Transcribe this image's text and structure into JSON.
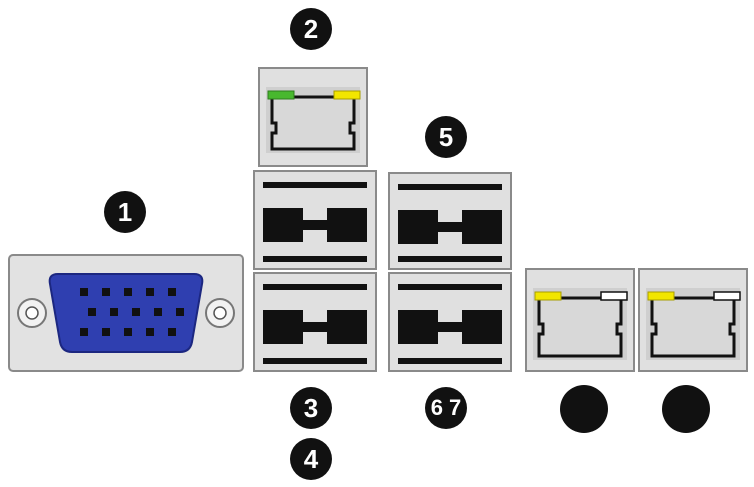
{
  "callouts": [
    {
      "id": "c1",
      "label": "1"
    },
    {
      "id": "c2",
      "label": "2"
    },
    {
      "id": "c3",
      "label": "3"
    },
    {
      "id": "c4",
      "label": "4"
    },
    {
      "id": "c5",
      "label": "5"
    },
    {
      "id": "c67",
      "label": "6 7"
    },
    {
      "id": "c8",
      "label": ""
    },
    {
      "id": "c9",
      "label": ""
    }
  ],
  "colors": {
    "vga_blue": "#2f3fb0",
    "led_green": "#48b82e",
    "led_yellow": "#f2e600",
    "port_gray": "#d4d4d4",
    "port_frame": "#8a8a8a",
    "black": "#111111"
  }
}
